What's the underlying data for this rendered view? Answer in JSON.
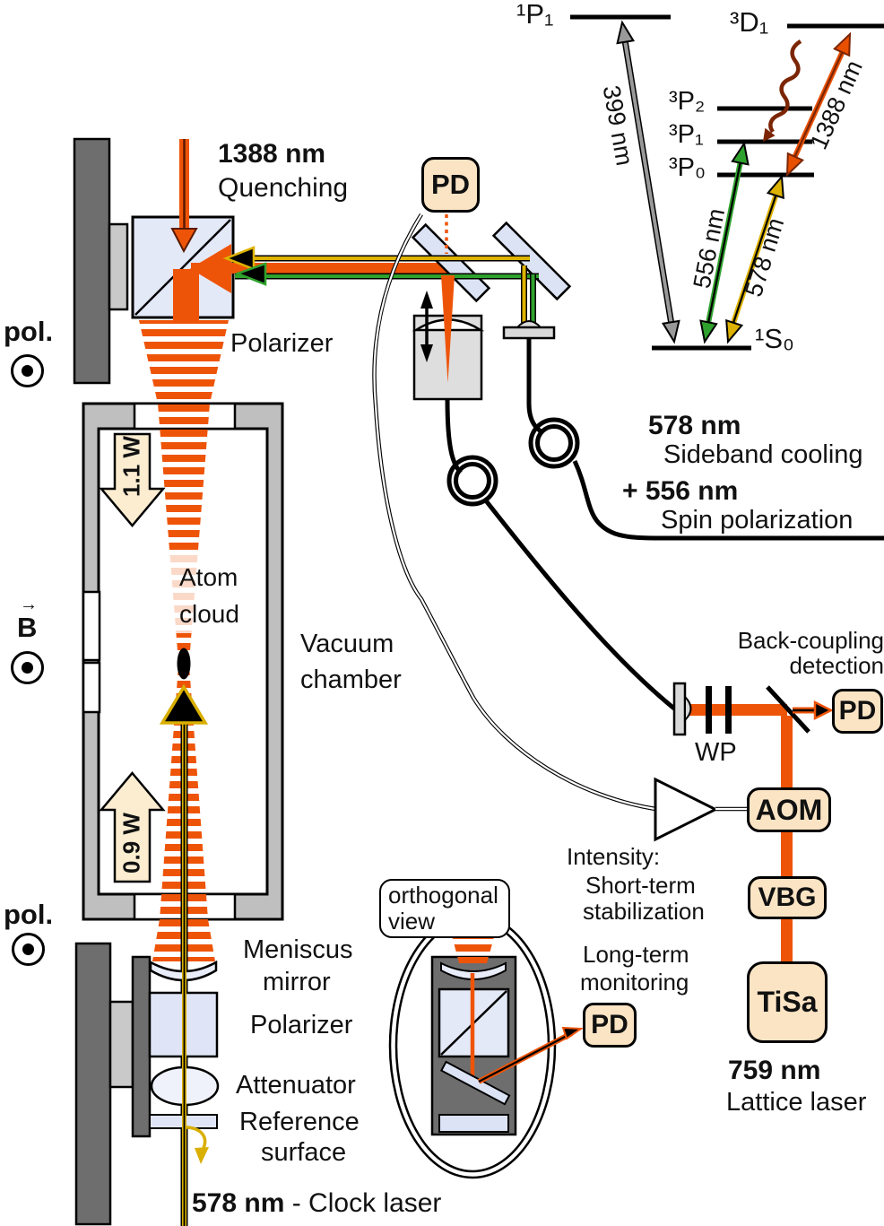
{
  "energy_diagram": {
    "levels": {
      "singlet_p1": "¹P₁",
      "triplet_d1": "³D₁",
      "triplet_p2": "³P₂",
      "triplet_p1": "³P₁",
      "triplet_p0": "³P₀",
      "singlet_s0": "¹S₀"
    },
    "transitions": {
      "t399": "399 nm",
      "t556": "556 nm",
      "t578": "578 nm",
      "t1388": "1388 nm"
    }
  },
  "quenching": {
    "wavelength": "1388 nm",
    "label": "Quenching"
  },
  "top_polarizer_label": "Polarizer",
  "photodiode_label": "PD",
  "polarization_label": "pol.",
  "b_field": {
    "label": "B",
    "arrow": "→"
  },
  "lattice_beam": {
    "power_down": "1.1 W",
    "power_up": "0.9 W"
  },
  "atom_cloud": {
    "line1": "Atom",
    "line2": "cloud"
  },
  "vacuum_chamber": {
    "line1": "Vacuum",
    "line2": "chamber"
  },
  "sideband": {
    "wavelength": "578 nm",
    "label": "Sideband cooling",
    "wavelength2": "+ 556 nm",
    "label2": "Spin polarization"
  },
  "back_coupling": {
    "line1": "Back-coupling",
    "line2": "detection"
  },
  "waveplates_label": "WP",
  "aom_label": "AOM",
  "vbg_label": "VBG",
  "tisa_label": "TiSa",
  "lattice_laser": {
    "wavelength": "759 nm",
    "label": "Lattice laser"
  },
  "intensity": {
    "line1": "Intensity:",
    "line2": "Short-term",
    "line3": "stabilization"
  },
  "monitoring": {
    "line1": "Long-term",
    "line2": "monitoring"
  },
  "orthogonal_view": {
    "line1": "orthogonal",
    "line2": "view"
  },
  "clock_optics": {
    "meniscus1": "Meniscus",
    "meniscus2": "mirror",
    "polarizer": "Polarizer",
    "attenuator": "Attenuator",
    "reference1": "Reference",
    "reference2": "surface"
  },
  "clock_laser": {
    "wavelength": "578 nm",
    "label": " - Clock laser"
  },
  "colors": {
    "lattice_orange": "#EE5408",
    "clock_yellow": "#DDB200",
    "green_556": "#2FA12D",
    "dark_red_1388": "#7B2504",
    "gray_399": "#999999",
    "box_beige": "#FBE4C4",
    "optic_blue": "#DFE5F6"
  }
}
